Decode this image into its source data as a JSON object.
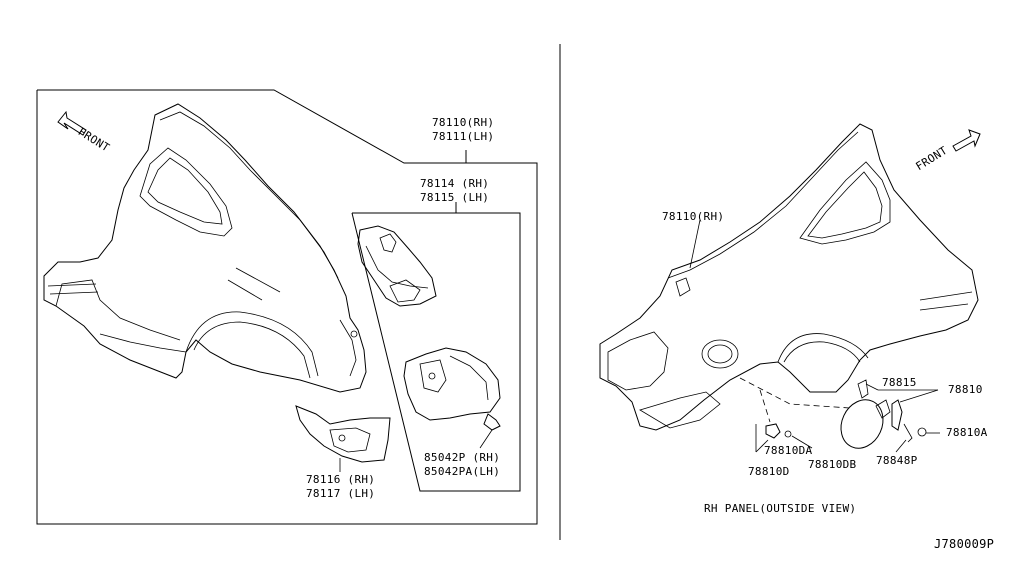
{
  "labels": {
    "front_left": "FRONT",
    "front_right": "FRONT",
    "p78110_rh": "78110(RH)",
    "p78111_lh": "78111(LH)",
    "p78114_rh": "78114 (RH)",
    "p78115_lh": "78115 (LH)",
    "p85042p_rh": "85042P  (RH)",
    "p85042pa_lh": "85042PA(LH)",
    "p78116_rh": "78116 (RH)",
    "p78117_lh": "78117 (LH)",
    "p78110_rh_right": "78110(RH)",
    "p78815": "78815",
    "p78810": "78810",
    "p78810a": "78810A",
    "p78810da": "78810DA",
    "p78810d": "78810D",
    "p78810db": "78810DB",
    "p78848p": "78848P",
    "rh_panel_caption": "RH PANEL(OUTSIDE VIEW)",
    "diagram_id": "J780009P"
  }
}
